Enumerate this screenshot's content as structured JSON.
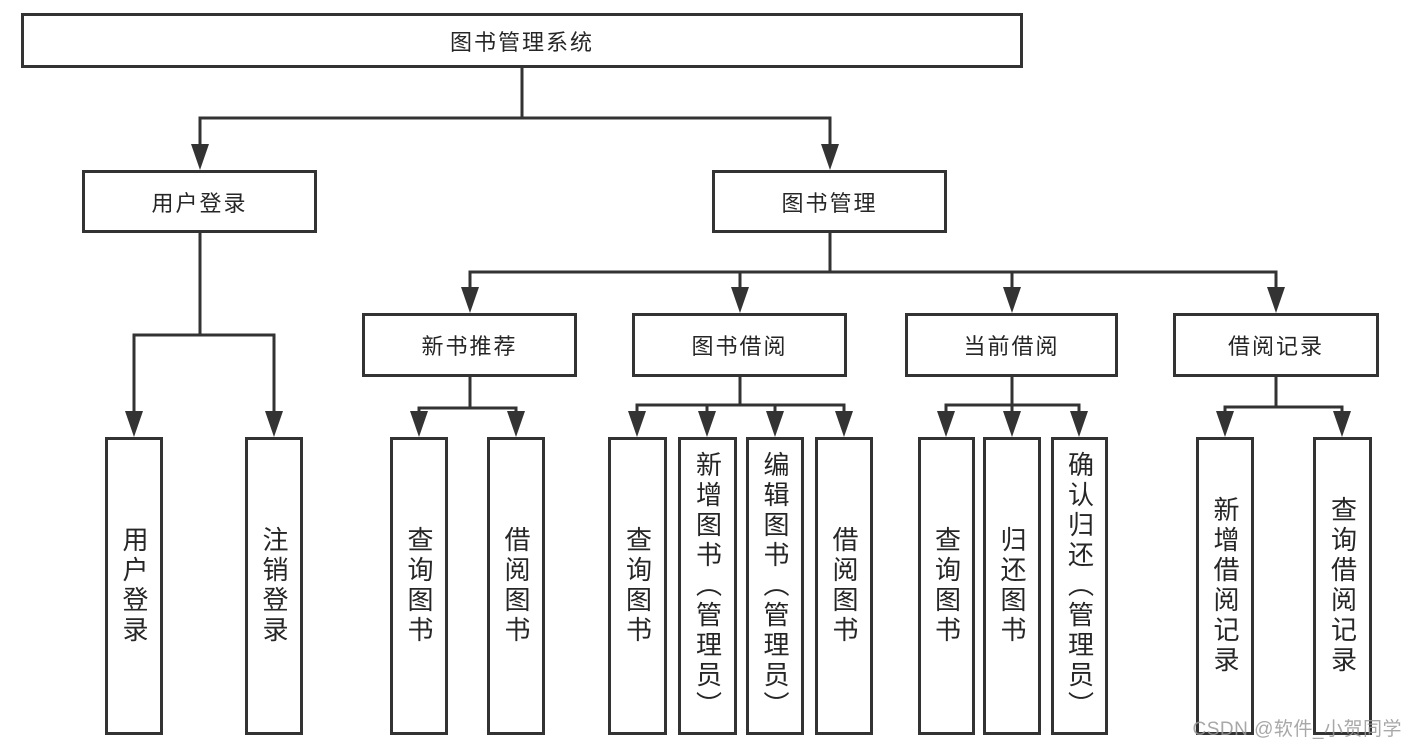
{
  "diagram_title": "图书管理系统",
  "nodes": {
    "root": {
      "label": "图书管理系统"
    },
    "user_login": {
      "label": "用户登录"
    },
    "book_mgmt": {
      "label": "图书管理"
    },
    "new_books": {
      "label": "新书推荐"
    },
    "book_borrow": {
      "label": "图书借阅"
    },
    "current_borrow": {
      "label": "当前借阅"
    },
    "borrow_records": {
      "label": "借阅记录"
    },
    "leaf_user_login": {
      "label": "用户登录"
    },
    "leaf_logout": {
      "label": "注销登录"
    },
    "leaf_nb_query": {
      "label": "查询图书"
    },
    "leaf_nb_borrow": {
      "label": "借阅图书"
    },
    "leaf_bb_query": {
      "label": "查询图书"
    },
    "leaf_bb_add": {
      "label": "新增图书（管理员）"
    },
    "leaf_bb_edit": {
      "label": "编辑图书（管理员）"
    },
    "leaf_bb_borrow": {
      "label": "借阅图书"
    },
    "leaf_cb_query": {
      "label": "查询图书"
    },
    "leaf_cb_return": {
      "label": "归还图书"
    },
    "leaf_cb_confirm": {
      "label": "确认归还（管理员）"
    },
    "leaf_br_add": {
      "label": "新增借阅记录"
    },
    "leaf_br_query": {
      "label": "查询借阅记录"
    }
  },
  "hierarchy": {
    "图书管理系统": {
      "用户登录": [
        "用户登录",
        "注销登录"
      ],
      "图书管理": {
        "新书推荐": [
          "查询图书",
          "借阅图书"
        ],
        "图书借阅": [
          "查询图书",
          "新增图书（管理员）",
          "编辑图书（管理员）",
          "借阅图书"
        ],
        "当前借阅": [
          "查询图书",
          "归还图书",
          "确认归还（管理员）"
        ],
        "借阅记录": [
          "新增借阅记录",
          "查询借阅记录"
        ]
      }
    }
  },
  "watermark": "CSDN @软件_小贺同学",
  "colors": {
    "line": "#333333",
    "node_border": "#333333",
    "node_fill": "#ffffff",
    "text": "#262626",
    "watermark": "#999999",
    "background": "#ffffff"
  }
}
